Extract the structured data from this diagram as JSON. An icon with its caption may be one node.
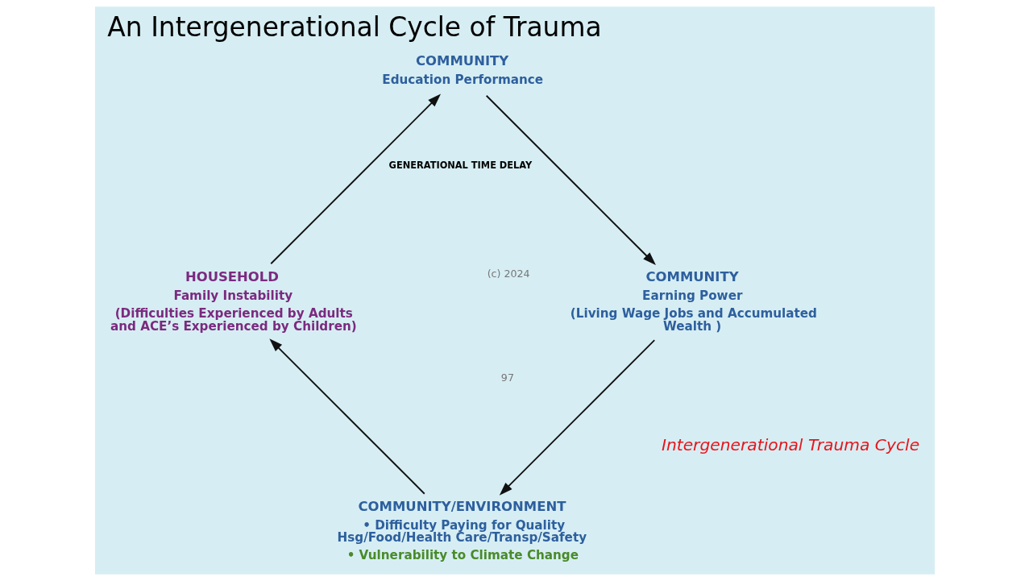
{
  "diagram": {
    "title": "An Intergenerational Cycle of Trauma",
    "nodes": [
      {
        "text": [
          "COMMUNITY/ENVIRONMENT",
          "• Difficulty Paying for Quality Hsg/Food/Health Care/Transp/Safety",
          "• Vulnerability to Climate Change"
        ]
      },
      {
        "text": [
          "HOUSEHOLD",
          "Family Instability",
          "(Difficulties Experienced by Adults and ACE’s Experienced by Children)"
        ]
      },
      {
        "text": [
          "COMMUNITY",
          "Education Performance"
        ]
      },
      {
        "text": [
          "COMMUNITY",
          "Earning Power",
          "(Living Wage Jobs and Accumulated Wealth )"
        ]
      }
    ],
    "edges": [
      {
        "from": 3,
        "to": 0,
        "arrow": "to"
      },
      {
        "from": 0,
        "to": 1,
        "arrow": "to"
      },
      {
        "from": 1,
        "to": 2,
        "arrow": "to"
      },
      {
        "from": 2,
        "to": 3,
        "arrow": "to",
        "label": "GENERATIONAL TIME DELAY"
      }
    ],
    "labels": [
      "Intergenerational Trauma Cycle",
      "(c) 2024",
      "97"
    ]
  }
}
